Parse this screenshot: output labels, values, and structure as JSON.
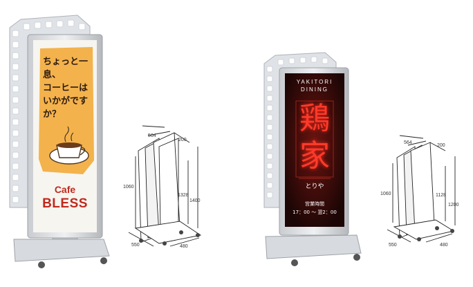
{
  "product_left": {
    "poster": {
      "lines": [
        "ちょっと一息、",
        "コーヒーは",
        "いかがですか？"
      ],
      "brand_line1": "Cafe",
      "brand_line2": "BLESS",
      "colors": {
        "poster_bg": "#f3b24c",
        "brand": "#c0281d"
      }
    },
    "dimensions": {
      "width": "550",
      "depth": "480",
      "top_width": "564",
      "top_depth": "200",
      "panel_height": "1060",
      "body_height": "1328",
      "total_height": "1400"
    }
  },
  "product_right": {
    "poster": {
      "header_line1": "YAKITORI",
      "header_line2": "DINING",
      "kanji_top": "鶏",
      "kanji_bottom": "家",
      "reading": "とりや",
      "hours_label": "営業時間",
      "hours": "17：00 ～ 翌2：00",
      "colors": {
        "poster_bg": "#3a0a0a",
        "neon": "#ff3a2a"
      }
    },
    "dimensions": {
      "width": "550",
      "depth": "480",
      "top_width": "564",
      "top_depth": "200",
      "panel_height": "1060",
      "body_height": "1128",
      "total_height": "1200"
    }
  }
}
